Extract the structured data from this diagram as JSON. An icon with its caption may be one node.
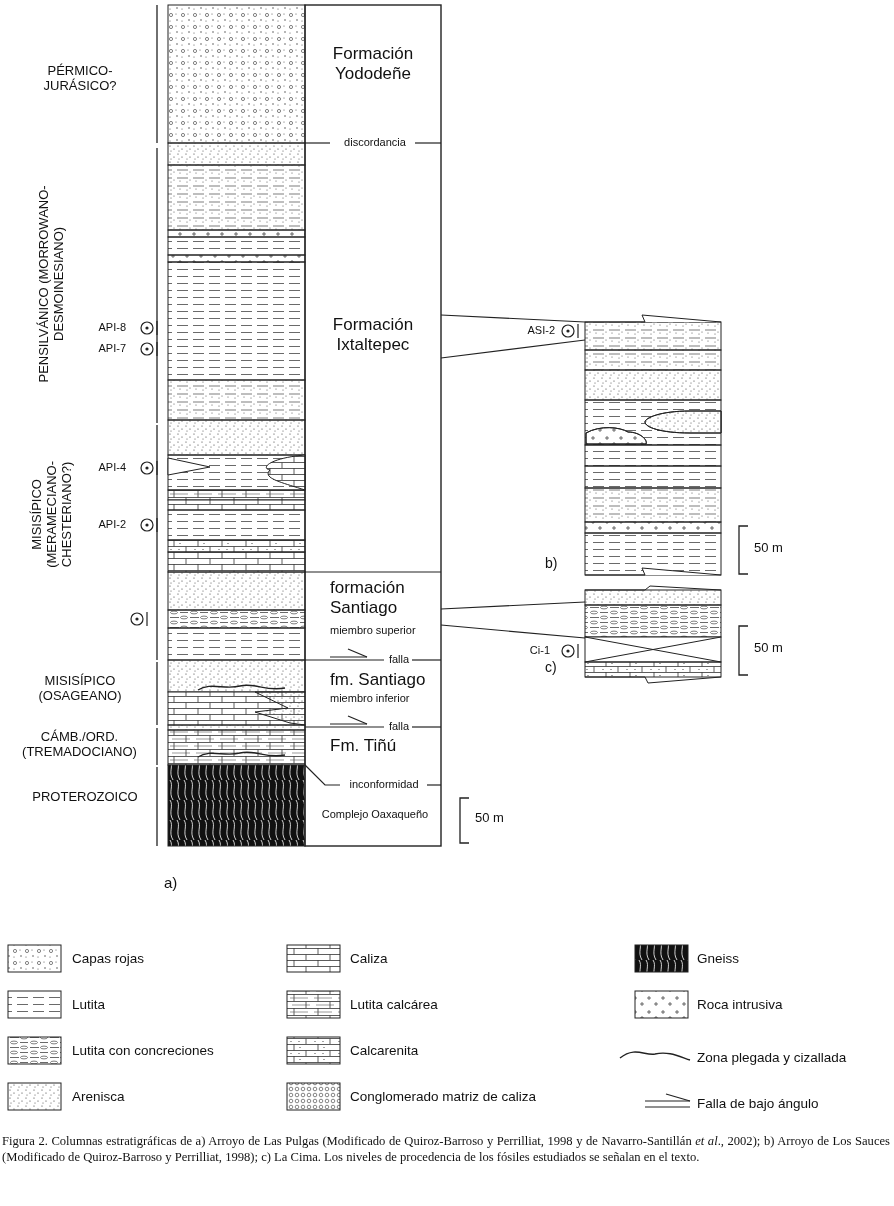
{
  "diagram": {
    "nodes": [
      {
        "text": [],
        "shape": "box"
      },
      {
        "text": [],
        "shape": "box"
      },
      {
        "text": [],
        "shape": "box"
      }
    ],
    "edges": [
      {
        "from": 0,
        "to": 1,
        "arrow": "none"
      },
      {
        "from": 0,
        "to": 1,
        "arrow": "none"
      },
      {
        "from": 0,
        "to": 2,
        "arrow": "none"
      },
      {
        "from": 0,
        "to": 2,
        "arrow": "none"
      }
    ],
    "caption": "Figura 2. Columnas estratigráficas de a) Arroyo de Las Pulgas (Modificado de Quiroz-Barroso y Perrilliat, 1998 y de Navarro-Santillán *et al*., 2002); b) Arroyo de Los Sauces (Modificado de Quiroz-Barroso y Perrilliat, 1998); c) La Cima. Los niveles de procedencia de los fósiles estudiados se señalan en el texto.",
    "labels": [
      "PÉRMICO-JURÁSICO?",
      "Formación Yododeñe",
      "discordancia",
      "PENSILVÁNICO (MORROWANO-DESMOINESIANO)",
      "API-8",
      "API-7",
      "Formación Ixtaltepec",
      "ASI-2",
      "API-4",
      "MISISÍPICO (MERAMECIANO-CHESTERIANO?)",
      "API-2",
      "50 m",
      "b)",
      "formación Santiago",
      "miembro superior",
      "Ci-1",
      "50 m",
      "falla",
      "c)",
      "MISISÍPICO (OSAGEANO)",
      "fm. Santiago",
      "miembro inferior",
      "falla",
      "CÁMB./ORD. (TREMADOCIANO)",
      "Fm. Tiñú",
      "inconformidad",
      "PROTEROZOICO",
      "Complejo Oaxaqueño",
      "50 m",
      "a)"
    ],
    "legend": [
      {
        "text": "Capas rojas"
      },
      {
        "text": "Caliza"
      },
      {
        "text": "Gneiss"
      },
      {
        "text": "Lutita"
      },
      {
        "text": "Lutita calcárea"
      },
      {
        "text": "Roca intrusiva"
      },
      {
        "text": "Lutita con concreciones"
      },
      {
        "text": "Calcarenita"
      },
      {
        "text": "Zona plegada y cizallada"
      },
      {
        "text": "Arenisca"
      },
      {
        "text": "Conglomerado matriz de caliza"
      },
      {
        "text": "Falla de bajo ángulo"
      }
    ]
  }
}
